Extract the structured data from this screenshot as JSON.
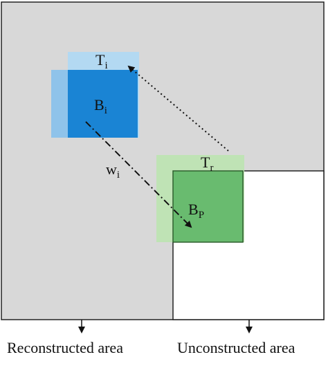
{
  "labels": {
    "template_target": {
      "base": "T",
      "sub": "i"
    },
    "block_target": {
      "base": "B",
      "sub": "i"
    },
    "template_ref": {
      "base": "T",
      "sub": "r"
    },
    "block_patch": {
      "base": "B",
      "sub": "P"
    },
    "weight": {
      "base": "w",
      "sub": "i"
    }
  },
  "captions": {
    "reconstructed": "Reconstructed area",
    "unconstructed": "Unconstructed area"
  },
  "colors": {
    "reconstructed_fill": "#d8d8d8",
    "unconstructed_fill": "#ffffff",
    "template_i": "#b3d9f2",
    "block_i_light": "#8fc3ea",
    "block_i": "#1a84d4",
    "template_r": "#bfe3b5",
    "block_p": "#69bb6f",
    "outline": "#222222"
  }
}
